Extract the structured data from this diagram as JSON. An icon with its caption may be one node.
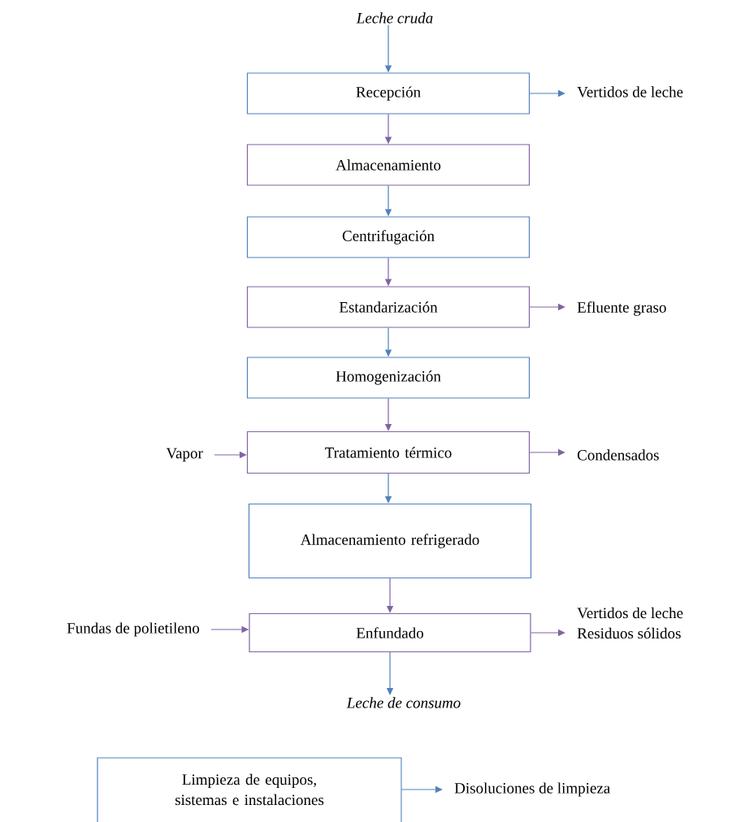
{
  "diagram": {
    "nodes": [
      {
        "text": [
          "Leche cruda"
        ]
      },
      {
        "text": [
          "Recepción"
        ]
      },
      {
        "text": [
          "Vertidos de leche"
        ]
      },
      {
        "text": [
          "Almacenamiento"
        ]
      },
      {
        "text": [
          "Centrifugación"
        ]
      },
      {
        "text": [
          "Estandarización"
        ]
      },
      {
        "text": [
          "Efluente graso"
        ]
      },
      {
        "text": [
          "Homogenización"
        ]
      },
      {
        "text": [
          "Vapor"
        ]
      },
      {
        "text": [
          "Tratamiento térmico"
        ]
      },
      {
        "text": [
          "Condensados"
        ]
      },
      {
        "text": [
          "Almacenamiento refrigerado"
        ]
      },
      {
        "text": [
          "Fundas de polietileno"
        ]
      },
      {
        "text": [
          "Enfundado"
        ]
      },
      {
        "text": [
          "Vertidos de leche",
          "Residuos sólidos"
        ]
      },
      {
        "text": [
          "Leche de consumo"
        ]
      },
      {
        "text": [
          "Limpieza de equipos, sistemas e instalaciones"
        ]
      },
      {
        "text": [
          "Disoluciones de limpieza"
        ]
      }
    ],
    "edges": [
      {
        "from": 0,
        "to": 1,
        "arrow": "to",
        "color": "#4f81bd"
      },
      {
        "from": 1,
        "to": 2,
        "arrow": "to",
        "color": "#4f81bd"
      },
      {
        "from": 1,
        "to": 3,
        "arrow": "to"
      },
      {
        "from": 3,
        "to": 4,
        "arrow": "to",
        "color": "#4f81bd"
      },
      {
        "from": 4,
        "to": 5,
        "arrow": "to"
      },
      {
        "from": 5,
        "to": 6,
        "arrow": "to"
      },
      {
        "from": 5,
        "to": 7,
        "arrow": "to",
        "color": "#4f81bd"
      },
      {
        "from": 7,
        "to": 9,
        "arrow": "to"
      },
      {
        "from": 8,
        "to": 9,
        "arrow": "to"
      },
      {
        "from": 9,
        "to": 10,
        "arrow": "to"
      },
      {
        "from": 9,
        "to": 11,
        "arrow": "to",
        "color": "#4f81bd"
      },
      {
        "from": 11,
        "to": 13,
        "arrow": "to"
      },
      {
        "from": 12,
        "to": 13,
        "arrow": "to"
      },
      {
        "from": 13,
        "to": 14,
        "arrow": "to"
      },
      {
        "from": 13,
        "to": 15,
        "arrow": "to",
        "color": "#4f81bd"
      },
      {
        "from": 16,
        "to": 17,
        "arrow": "to",
        "color": "#4f81bd"
      }
    ]
  }
}
